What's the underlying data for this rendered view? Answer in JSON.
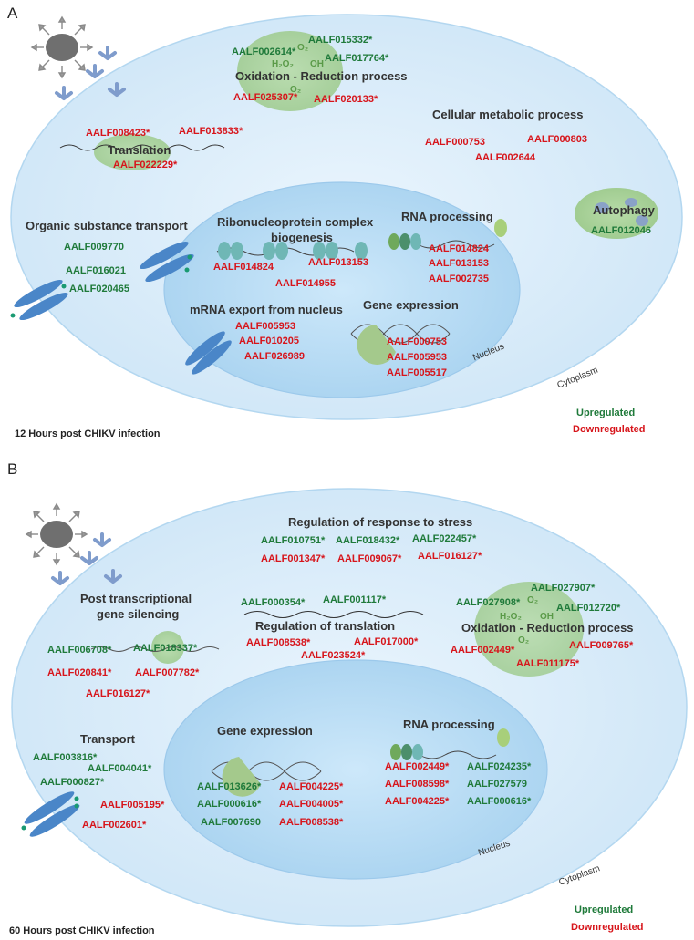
{
  "colors": {
    "cell_fill": "#d9ecf9",
    "nucleus_fill": "#b9dcf3",
    "process_blob": "#a9d19a",
    "upregulated": "#1f7a3a",
    "downregulated": "#d7151b",
    "protein_blue": "#4a86c8"
  },
  "icons": [
    "virus-icon",
    "receptor-icon",
    "mrna-strand-icon",
    "protein-complex-icon",
    "transporter-icon",
    "dna-helix-icon",
    "autophagosome-icon"
  ],
  "legend": {
    "up": "Upregulated",
    "down": "Downregulated"
  },
  "panelA": {
    "letter": "A",
    "caption": "12 Hours post CHIKV infection",
    "compartments": {
      "nucleus": "Nucleus",
      "cytoplasm": "Cytoplasm"
    },
    "molecules": {
      "o2": "O₂",
      "h2o2": "H₂O₂",
      "oh": "OH",
      "o2b": "O₂"
    },
    "oxidation": {
      "title": "Oxidation - Reduction process",
      "up": [
        "AALF002614*",
        "AALF015332*",
        "AALF017764*"
      ],
      "down": [
        "AALF025307*",
        "AALF020133*"
      ]
    },
    "metabolic": {
      "title": "Cellular metabolic process",
      "down": [
        "AALF000753",
        "AALF000803",
        "AALF002644"
      ]
    },
    "translation": {
      "title": "Translation",
      "down": [
        "AALF008423*",
        "AALF013833*",
        "AALF022229*"
      ]
    },
    "autophagy": {
      "title": "Autophagy",
      "up": [
        "AALF012046"
      ]
    },
    "transport": {
      "title": "Organic substance transport",
      "up": [
        "AALF009770",
        "AALF016021",
        "AALF020465"
      ]
    },
    "ribo": {
      "title1": "Ribonucleoprotein complex",
      "title2": "biogenesis",
      "down": [
        "AALF014824",
        "AALF013153",
        "AALF014955"
      ]
    },
    "rna": {
      "title": "RNA processing",
      "down": [
        "AALF014824",
        "AALF013153",
        "AALF002735"
      ]
    },
    "mrna": {
      "title": "mRNA export from nucleus",
      "down": [
        "AALF005953",
        "AALF010205",
        "AALF026989"
      ]
    },
    "gene": {
      "title": "Gene expression",
      "down": [
        "AALF000753",
        "AALF005953",
        "AALF005517"
      ]
    }
  },
  "panelB": {
    "letter": "B",
    "caption": "60 Hours post CHIKV infection",
    "compartments": {
      "nucleus": "Nucleus",
      "cytoplasm": "Cytoplasm"
    },
    "molecules": {
      "o2": "O₂",
      "h2o2": "H₂O₂",
      "oh": "OH",
      "o2b": "O₂"
    },
    "stress": {
      "title": "Regulation of response to stress",
      "up": [
        "AALF010751*",
        "AALF018432*",
        "AALF022457*"
      ],
      "down": [
        "AALF001347*",
        "AALF009067*",
        "AALF016127*"
      ]
    },
    "ptgs": {
      "title1": "Post transcriptional",
      "title2": "gene silencing",
      "up": [
        "AALF006708*",
        "AALF018337*"
      ],
      "down": [
        "AALF020841*",
        "AALF007782*",
        "AALF016127*"
      ]
    },
    "translation": {
      "title": "Regulation of translation",
      "up": [
        "AALF000354*",
        "AALF001117*"
      ],
      "down": [
        "AALF008538*",
        "AALF017000*",
        "AALF023524*"
      ]
    },
    "oxidation": {
      "title": "Oxidation - Reduction process",
      "up": [
        "AALF027907*",
        "AALF027908*",
        "AALF012720*"
      ],
      "down": [
        "AALF002449*",
        "AALF009765*",
        "AALF011175*"
      ]
    },
    "transport": {
      "title": "Transport",
      "up": [
        "AALF003816*",
        "AALF004041*",
        "AALF000827*"
      ],
      "down": [
        "AALF005195*",
        "AALF002601*"
      ]
    },
    "gene": {
      "title": "Gene expression",
      "up": [
        "AALF013626*",
        "AALF000616*",
        "AALF007690"
      ],
      "down": [
        "AALF004225*",
        "AALF004005*",
        "AALF008538*"
      ]
    },
    "rna": {
      "title": "RNA processing",
      "up": [
        "AALF024235*",
        "AALF027579",
        "AALF000616*"
      ],
      "down": [
        "AALF002449*",
        "AALF008598*",
        "AALF004225*"
      ]
    }
  }
}
